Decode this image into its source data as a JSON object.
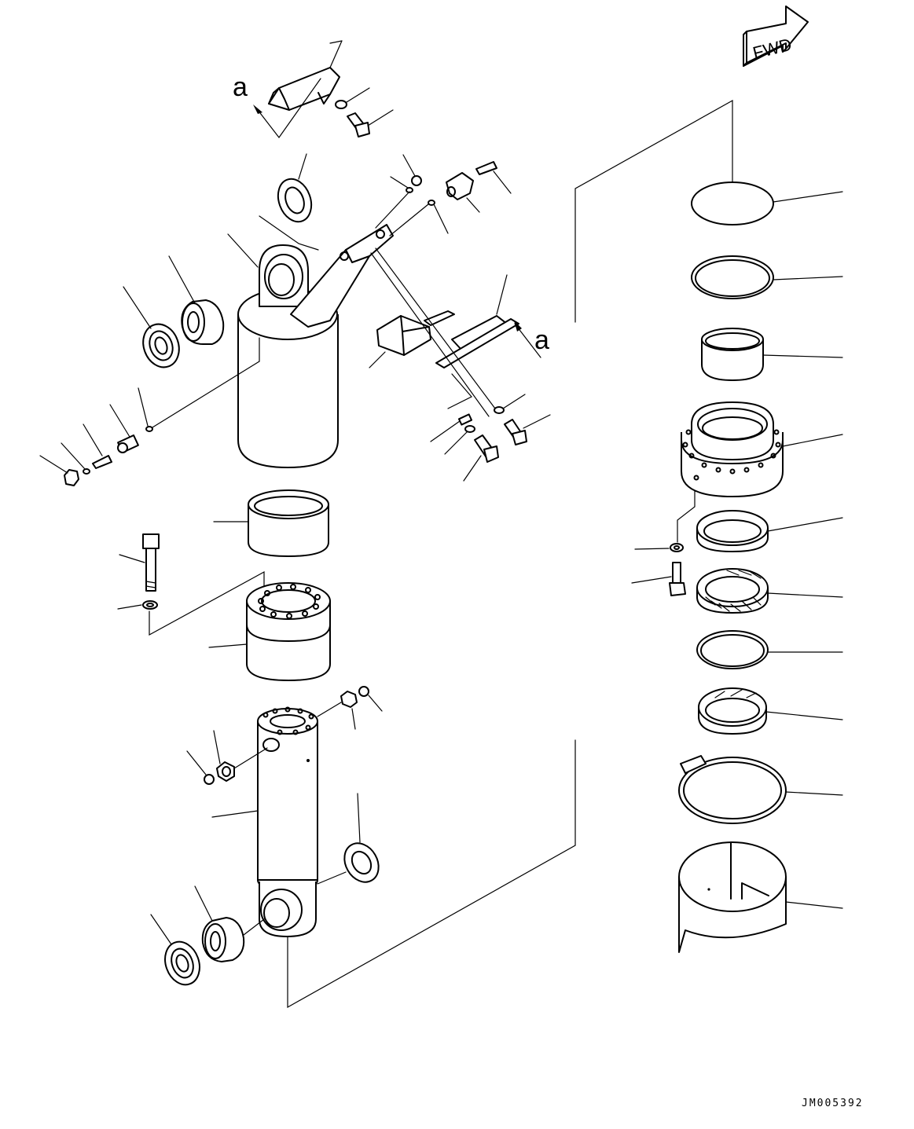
{
  "labels": {
    "view_a_upper": "a",
    "view_a_right": "a",
    "direction": "FWD",
    "drawing_code": "JM005392"
  }
}
